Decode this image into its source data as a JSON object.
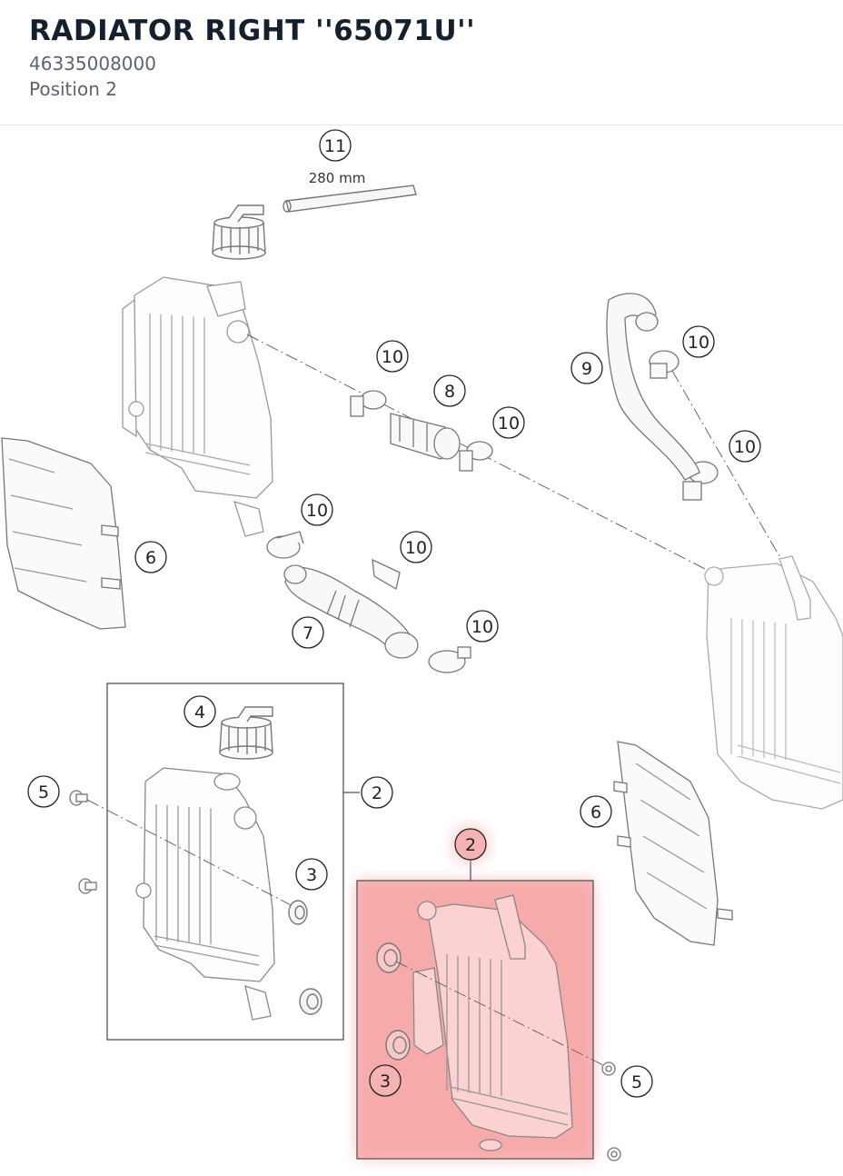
{
  "header": {
    "title": "RADIATOR RIGHT ''65071U''",
    "part_number": "46335008000",
    "position": "Position 2"
  },
  "diagram": {
    "dimension_label": "280 mm",
    "callouts": {
      "c11": "11",
      "c10a": "10",
      "c10b": "10",
      "c10c": "10",
      "c10d": "10",
      "c10e": "10",
      "c10f": "10",
      "c10g": "10",
      "c9": "9",
      "c8": "8",
      "c7": "7",
      "c6a": "6",
      "c6b": "6",
      "c5a": "5",
      "c5b": "5",
      "c4": "4",
      "c3a": "3",
      "c3b": "3",
      "c2a": "2",
      "c2b": "2"
    },
    "highlight_color": "#f28b8b",
    "line_color": "#8a8a8a"
  }
}
